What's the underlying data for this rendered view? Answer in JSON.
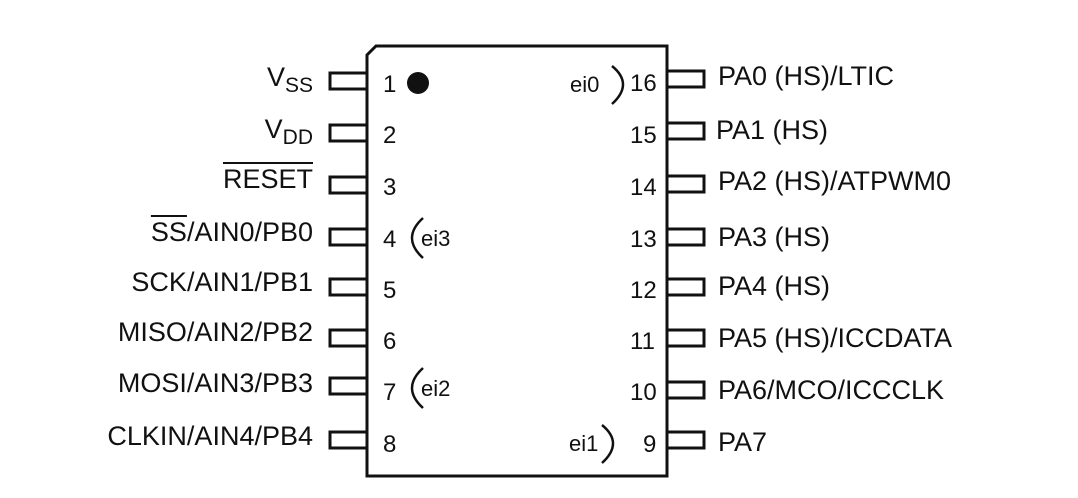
{
  "left_pins": [
    {
      "number": "1",
      "label_main": "V",
      "label_sub": "SS",
      "label_overline": "",
      "label_rest": ""
    },
    {
      "number": "2",
      "label_main": "V",
      "label_sub": "DD",
      "label_overline": "",
      "label_rest": ""
    },
    {
      "number": "3",
      "label_main": "",
      "label_sub": "",
      "label_overline": "RESET",
      "label_rest": ""
    },
    {
      "number": "4",
      "label_main": "",
      "label_sub": "",
      "label_overline": "SS",
      "label_rest": "/AIN0/PB0"
    },
    {
      "number": "5",
      "label_main": "SCK/AIN1/PB1",
      "label_sub": "",
      "label_overline": "",
      "label_rest": ""
    },
    {
      "number": "6",
      "label_main": "MISO/AIN2/PB2",
      "label_sub": "",
      "label_overline": "",
      "label_rest": ""
    },
    {
      "number": "7",
      "label_main": "MOSI/AIN3/PB3",
      "label_sub": "",
      "label_overline": "",
      "label_rest": ""
    },
    {
      "number": "8",
      "label_main": "CLKIN/AIN4/PB4",
      "label_sub": "",
      "label_overline": "",
      "label_rest": ""
    }
  ],
  "right_pins": [
    {
      "number": "16",
      "label": "PA0 (HS)/LTIC"
    },
    {
      "number": "15",
      "label": "PA1 (HS)"
    },
    {
      "number": "14",
      "label": "PA2 (HS)/ATPWM0"
    },
    {
      "number": "13",
      "label": "PA3 (HS)"
    },
    {
      "number": "12",
      "label": "PA4 (HS)"
    },
    {
      "number": "11",
      "label": "PA5 (HS)/ICCDATA"
    },
    {
      "number": "10",
      "label": "PA6/MCO/ICCCLK"
    },
    {
      "number": "9",
      "label": "PA7"
    }
  ],
  "interrupts": {
    "ei0": "ei0",
    "ei1": "ei1",
    "ei2": "ei2",
    "ei3": "ei3"
  }
}
